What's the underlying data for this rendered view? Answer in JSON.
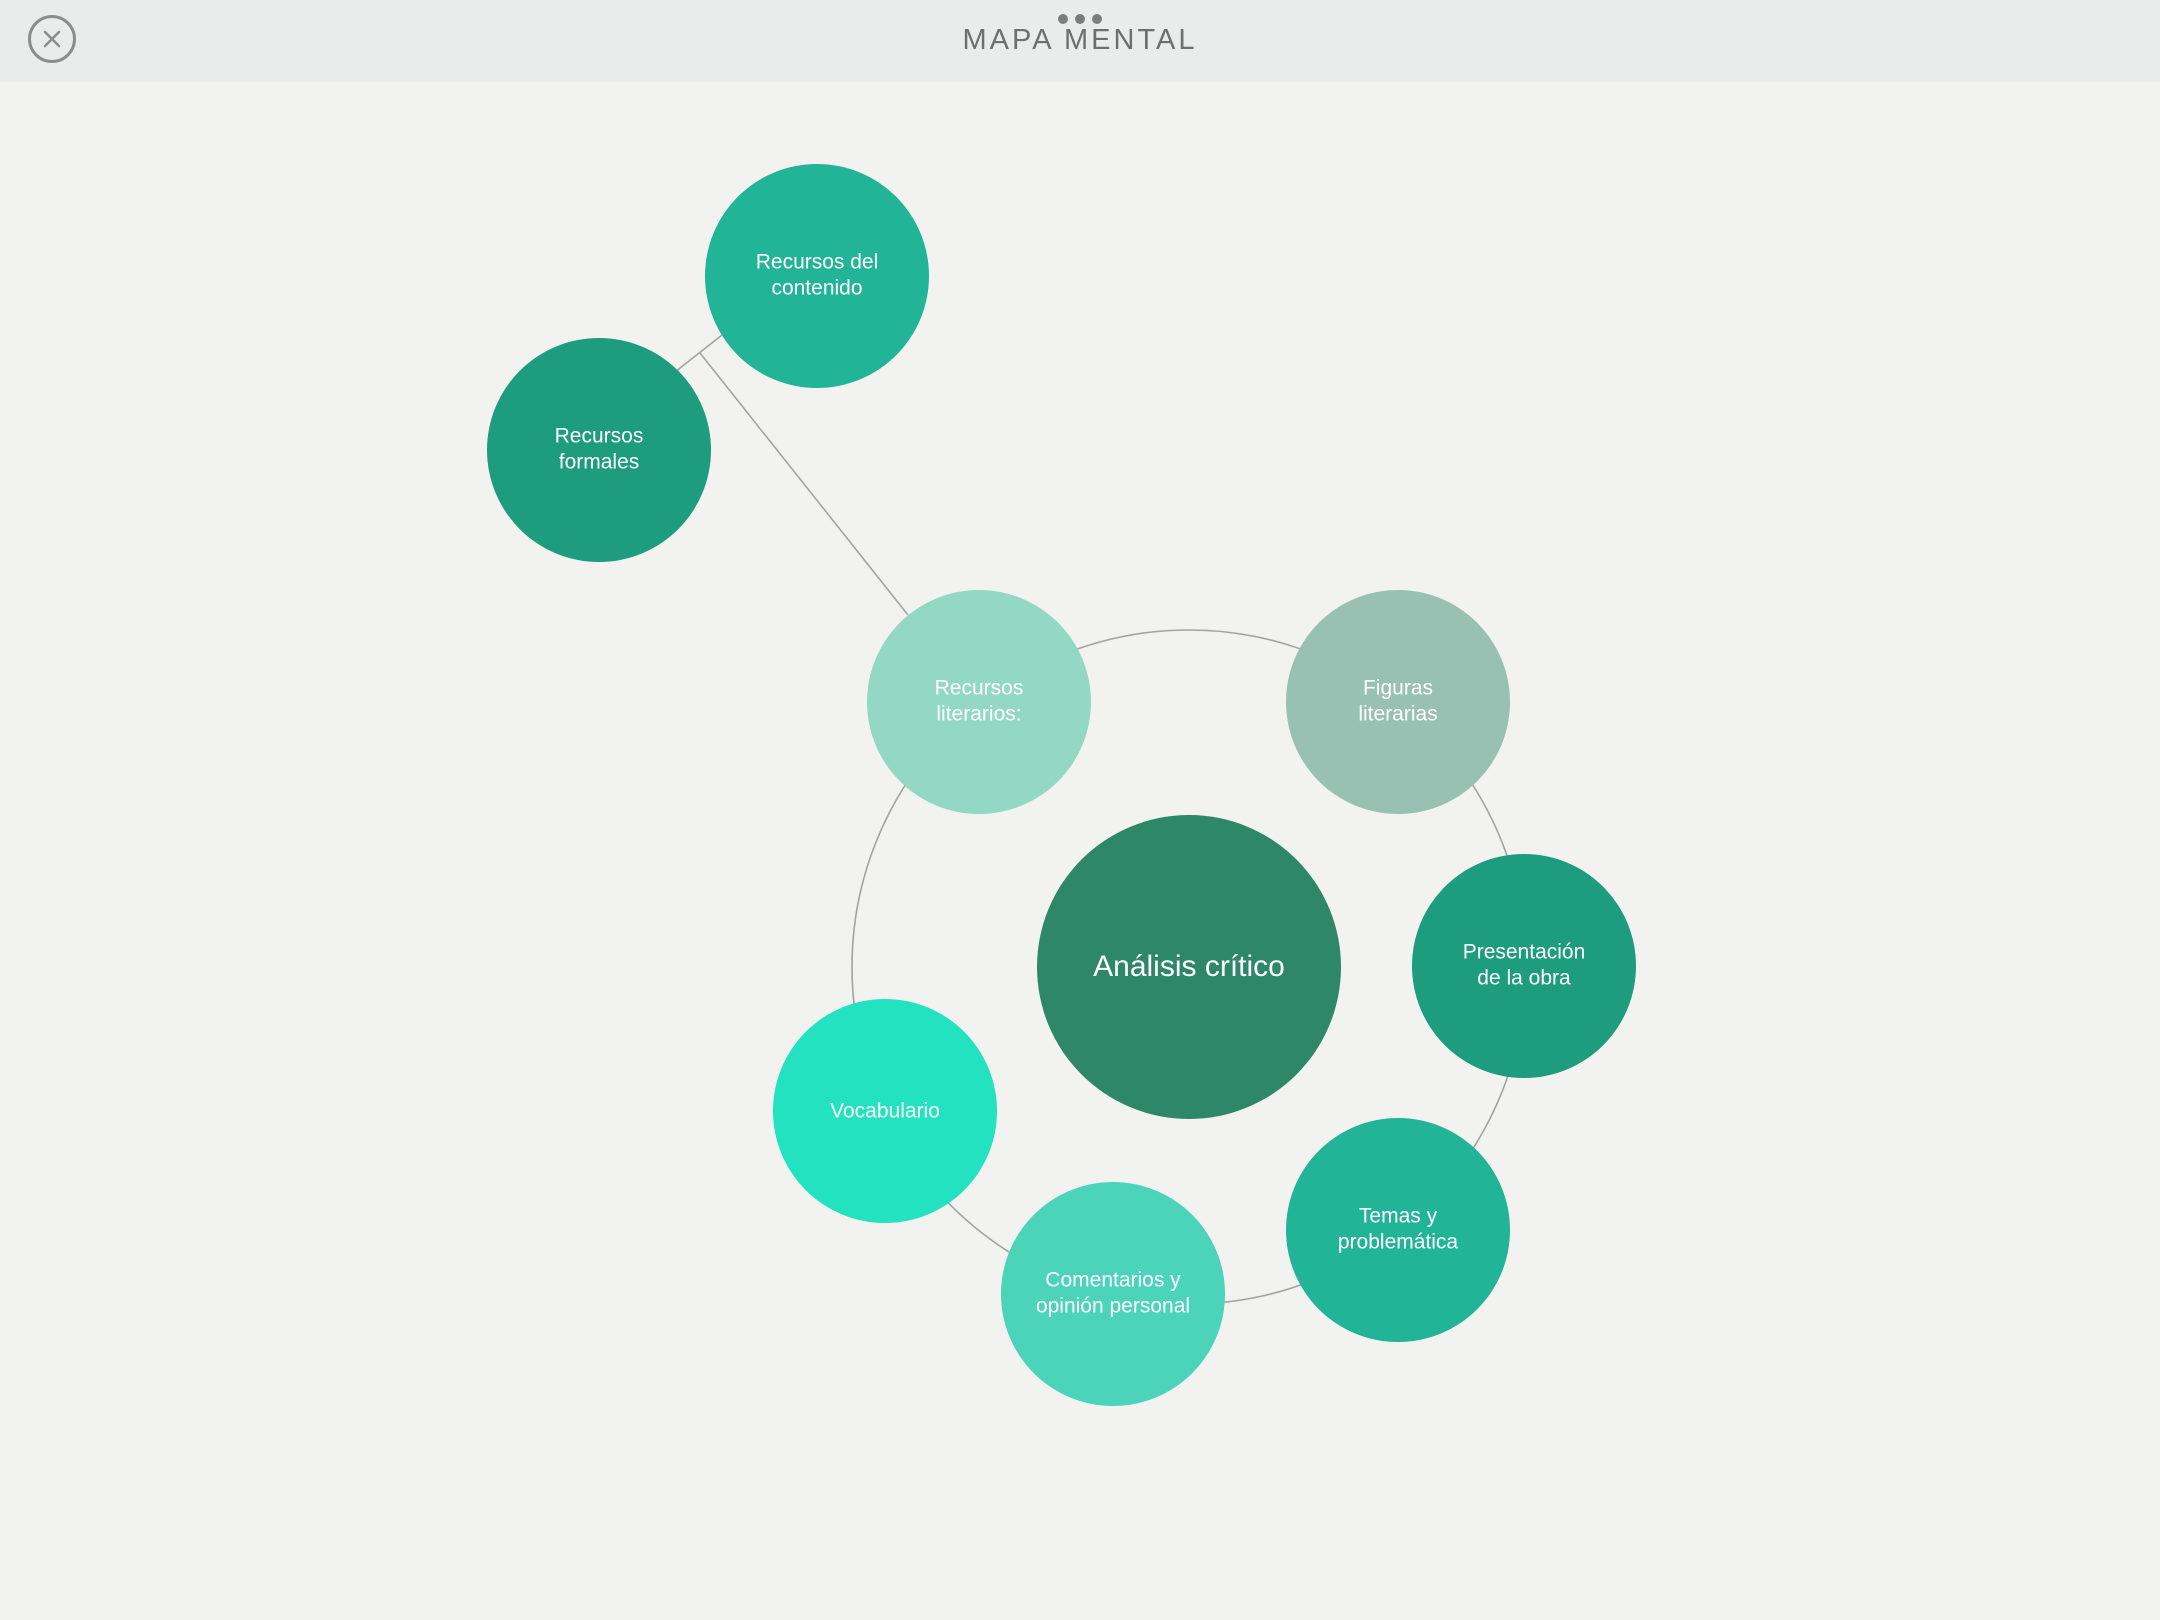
{
  "header": {
    "title": "MAPA MENTAL",
    "close_icon": "close-icon",
    "logo_dots_icon": "dots-icon"
  },
  "map": {
    "center": {
      "label": "Análisis crítico",
      "color": "#2e8769"
    },
    "nodes": [
      {
        "id": "recursos-literarios",
        "lines": [
          "Recursos",
          "literarios:"
        ],
        "color": "#93d8c3"
      },
      {
        "id": "figuras-literarias",
        "lines": [
          "Figuras",
          "literarias"
        ],
        "color": "#98c1b4"
      },
      {
        "id": "presentacion-obra",
        "lines": [
          "Presentación",
          "de la obra"
        ],
        "color": "#1e9c7e"
      },
      {
        "id": "temas-problematica",
        "lines": [
          "Temas y",
          "problemática"
        ],
        "color": "#22b497"
      },
      {
        "id": "comentarios-opinion",
        "lines": [
          "Comentarios y",
          "opinión personal"
        ],
        "color": "#4cd4bb"
      },
      {
        "id": "vocabulario",
        "lines": [
          "Vocabulario"
        ],
        "color": "#22e2c0"
      },
      {
        "id": "recursos-contenido",
        "lines": [
          "Recursos del",
          "contenido"
        ],
        "color": "#22b497"
      },
      {
        "id": "recursos-formales",
        "lines": [
          "Recursos",
          "formales"
        ],
        "color": "#1e9c7e"
      }
    ]
  }
}
